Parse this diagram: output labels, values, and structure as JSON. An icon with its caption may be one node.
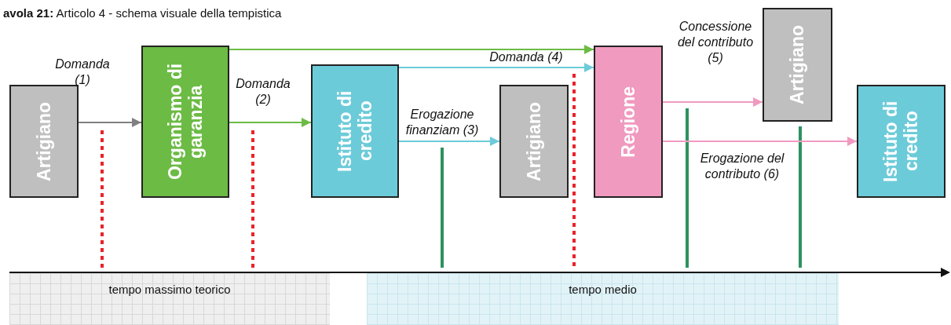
{
  "diagram": {
    "title": "**avola 21:** Articolo 4 - schema visuale della tempistica",
    "nodes": [
      {
        "text": [
          "Artigiano"
        ]
      },
      {
        "text": [
          "Organismo di garanzia"
        ]
      },
      {
        "text": [
          "Istituto di credito"
        ]
      },
      {
        "text": [
          "Artigiano"
        ]
      },
      {
        "text": [
          "Regione"
        ]
      },
      {
        "text": [
          "Artigiano"
        ]
      },
      {
        "text": [
          "Istituto di credito"
        ]
      },
      {
        "text": [
          "tempo massimo teorico"
        ]
      },
      {
        "text": [
          "tempo medio"
        ]
      }
    ],
    "edges": [
      {
        "from": 0,
        "to": 1,
        "arrow": "to",
        "label": "Domanda (1)",
        "color": "#808080"
      },
      {
        "from": 1,
        "to": 2,
        "arrow": "to",
        "label": "Domanda (2)",
        "color": "#6cbb45"
      },
      {
        "from": 1,
        "to": 4,
        "arrow": "to",
        "color": "#6cbb45"
      },
      {
        "from": 2,
        "to": 3,
        "arrow": "to",
        "label": "Erogazione finanziam (3)",
        "color": "#6ccbd9"
      },
      {
        "from": 2,
        "to": 4,
        "arrow": "to",
        "label": "Domanda (4)",
        "color": "#6ccbd9"
      },
      {
        "from": 4,
        "to": 5,
        "arrow": "to",
        "label": "Concessione del contributo (5)",
        "color": "#f09ac0"
      },
      {
        "from": 4,
        "to": 6,
        "arrow": "to",
        "label": "Erogazione del contributo (6)",
        "color": "#f09ac0"
      }
    ]
  }
}
